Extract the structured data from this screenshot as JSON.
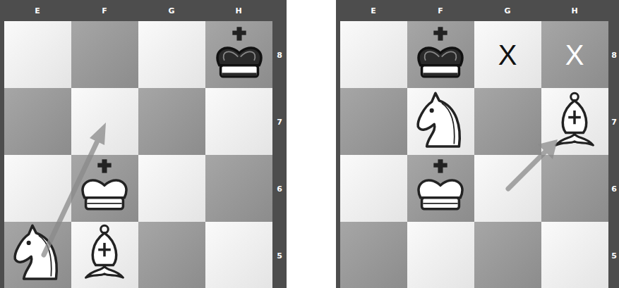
{
  "diagram": {
    "labels": [
      "E",
      "F",
      "G",
      "H",
      "8",
      "7",
      "6",
      "5",
      "E",
      "F",
      "G",
      "H",
      "8",
      "X",
      "X",
      "7",
      "6",
      "5"
    ]
  }
}
